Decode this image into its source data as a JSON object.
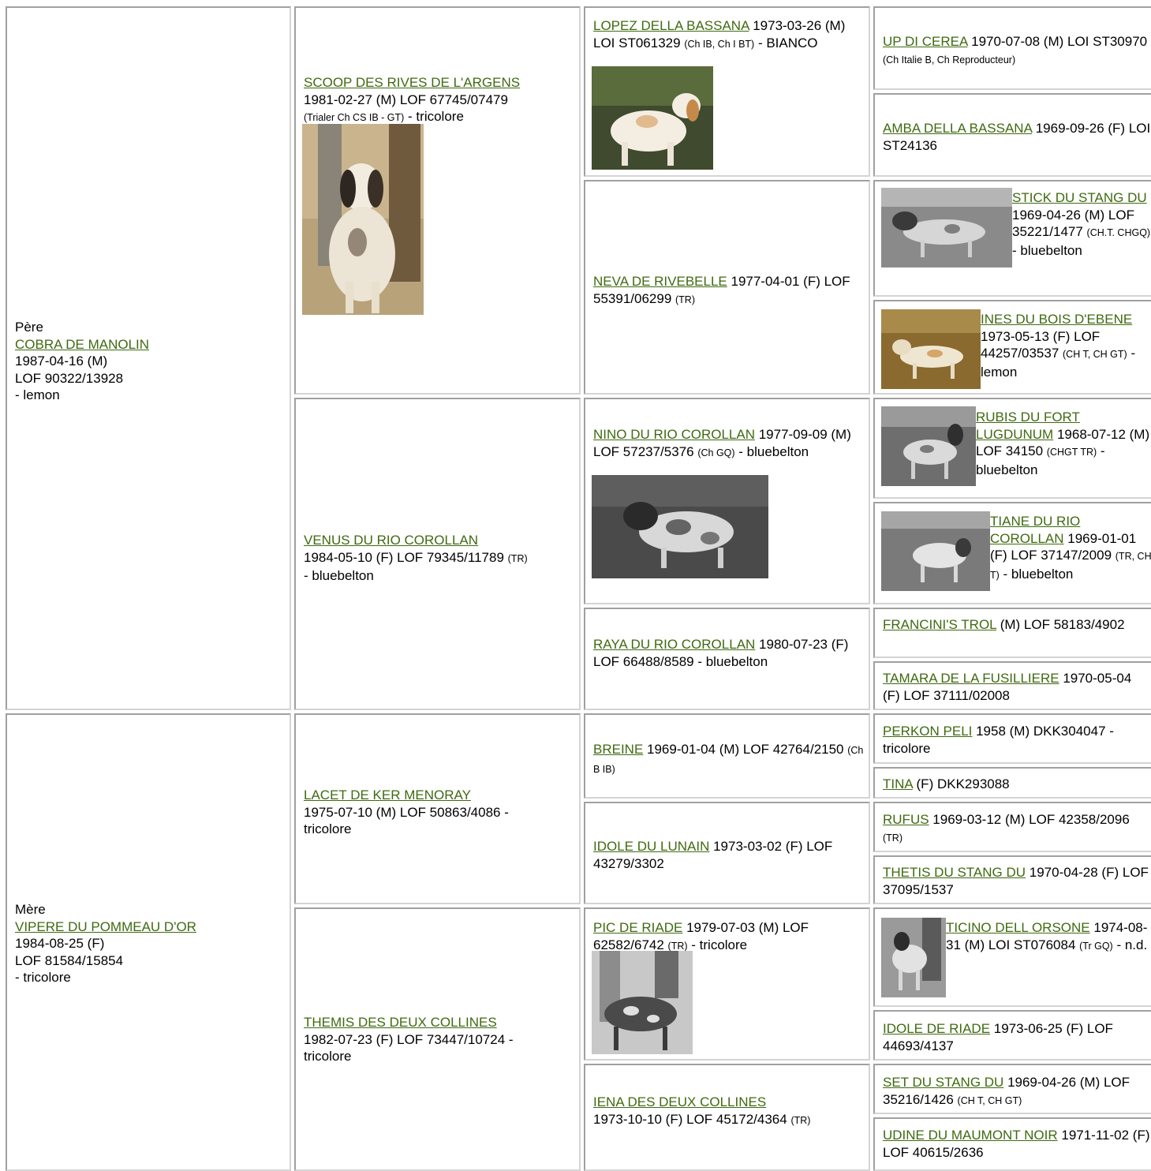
{
  "pere": {
    "role": "Père",
    "name": "COBRA DE MANOLIN",
    "date": "1987-04-16 (M)",
    "reg": "LOF 90322/13928",
    "color": "- lemon"
  },
  "mere": {
    "role": "Mère",
    "name": "VIPERE DU POMMEAU D'OR",
    "date": "1984-08-25 (F)",
    "reg": "LOF 81584/15854",
    "color": "- tricolore"
  },
  "gen2": [
    {
      "name": "SCOOP DES RIVES DE L'ARGENS",
      "line1": "1981-02-27 (M) LOF 67745/07479",
      "titles": "(Trialer Ch CS IB - GT)",
      "rest": " - tricolore"
    },
    {
      "name": "VENUS DU RIO COROLLAN",
      "line1": "1984-05-10 (F) LOF 79345/11789 ",
      "titles": "(TR)",
      "rest": "- bluebelton"
    },
    {
      "name": "LACET DE KER MENORAY",
      "line1": "1975-07-10 (M) LOF 50863/4086 -",
      "titles": "",
      "rest": "tricolore"
    },
    {
      "name": "THEMIS DES DEUX COLLINES",
      "line1": "1982-07-23 (F) LOF 73447/10724 -",
      "titles": "",
      "rest": "tricolore"
    }
  ],
  "gen3": [
    {
      "name": "LOPEZ DELLA BASSANA",
      "info": " 1973-03-26 (M) LOI ST061329 ",
      "titles": "(Ch IB, Ch I BT)",
      "rest": " - BIANCO"
    },
    {
      "name": "NEVA DE RIVEBELLE",
      "info": " 1977-04-01 (F) LOF 55391/06299 ",
      "titles": "(TR)",
      "rest": ""
    },
    {
      "name": "NINO DU RIO COROLLAN",
      "info": " 1977-09-09 (M) LOF 57237/5376 ",
      "titles": "(Ch GQ)",
      "rest": " - bluebelton"
    },
    {
      "name": "RAYA DU RIO COROLLAN",
      "info": " 1980-07-23 (F) LOF 66488/8589 - bluebelton",
      "titles": "",
      "rest": ""
    },
    {
      "name": "BREINE",
      "info": " 1969-01-04 (M) LOF 42764/2150 ",
      "titles": "(Ch B IB)",
      "rest": ""
    },
    {
      "name": "IDOLE DU LUNAIN",
      "info": " 1973-03-02 (F) LOF 43279/3302",
      "titles": "",
      "rest": ""
    },
    {
      "name": "PIC DE RIADE",
      "info": " 1979-07-03 (M) LOF 62582/6742 ",
      "titles": "(TR)",
      "rest": " - tricolore"
    },
    {
      "name": "IENA DES DEUX COLLINES",
      "info": " 1973-10-10 (F) LOF 45172/4364 ",
      "titles": "(TR)",
      "rest": ""
    }
  ],
  "gen4": [
    {
      "name": "UP DI CEREA",
      "info": " 1970-07-08 (M) LOI ST30970 ",
      "titles": "(Ch Italie B, Ch Reproducteur)",
      "rest": ""
    },
    {
      "name": "AMBA DELLA BASSANA",
      "info": " 1969-09-26 (F) LOI ST24136",
      "titles": "",
      "rest": ""
    },
    {
      "name": "STICK DU STANG DU",
      "info": " 1969-04-26 (M) LOF 35221/1477 ",
      "titles": "(CH.T. CHGQ)",
      "rest": " - bluebelton"
    },
    {
      "name": "INES DU BOIS D'EBENE",
      "info": " 1973-05-13 (F) LOF 44257/03537 ",
      "titles": "(CH T, CH GT)",
      "rest": " - lemon"
    },
    {
      "name": "RUBIS DU FORT LUGDUNUM",
      "info": " 1968-07-12 (M) LOF 34150 ",
      "titles": "(CHGT TR)",
      "rest": " - bluebelton"
    },
    {
      "name": "TIANE DU RIO COROLLAN",
      "info": " 1969-01-01 (F) LOF 37147/2009 ",
      "titles": "(TR, CH T)",
      "rest": " - bluebelton"
    },
    {
      "name": "FRANCINI'S TROL",
      "info": " (M) LOF 58183/4902",
      "titles": "",
      "rest": ""
    },
    {
      "name": "TAMARA DE LA FUSILLIERE",
      "info": " 1970-05-04 (F) LOF 37111/02008",
      "titles": "",
      "rest": ""
    },
    {
      "name": "PERKON PELI",
      "info": " 1958 (M) DKK304047 - tricolore",
      "titles": "",
      "rest": ""
    },
    {
      "name": "TINA",
      "info": " (F) DKK293088",
      "titles": "",
      "rest": ""
    },
    {
      "name": "RUFUS",
      "info": " 1969-03-12 (M) LOF 42358/2096 ",
      "titles": "(TR)",
      "rest": ""
    },
    {
      "name": "THETIS DU STANG DU",
      "info": " 1970-04-28 (F) LOF 37095/1537",
      "titles": "",
      "rest": ""
    },
    {
      "name": "TICINO DELL ORSONE",
      "info": " 1974-08-31 (M) LOI ST076084 ",
      "titles": "(Tr GQ)",
      "rest": " - n.d."
    },
    {
      "name": "IDOLE DE RIADE",
      "info": " 1973-06-25 (F) LOF 44693/4137",
      "titles": "",
      "rest": ""
    },
    {
      "name": "SET DU STANG DU",
      "info": " 1969-04-26 (M) LOF 35216/1426 ",
      "titles": "(CH T, CH GT)",
      "rest": ""
    },
    {
      "name": "UDINE DU MAUMONT NOIR",
      "info": " 1971-11-02 (F) LOF 40615/2636",
      "titles": "",
      "rest": ""
    }
  ]
}
